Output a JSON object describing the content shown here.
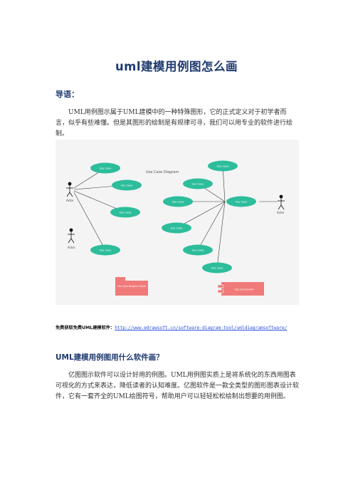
{
  "document": {
    "title": "uml建模用例图怎么画",
    "lead_label": "导语：",
    "intro_paragraph": "UML用例图示属于UML建模中的一种特殊图形，它的正式定义对于初学者而言，似乎有些难懂。但是其图形的绘制是有规律可寻，我们可以用专业的软件进行绘制。",
    "download_label": "免费获取免费UML建模软件：",
    "download_url": "http://www.edrawsoft.cn/software-diagram-tool/umldiagramsoftware/",
    "section_heading": "UML建模用例图用什么软件画？",
    "section_paragraph": "亿图图示软件可以设计好用的例图。UML用例图实质上是将系统化的东西用图表可视化的方式来表达，降低读者的认知难度。亿图软件是一款全类型的图形图表设计软件，它有一套齐全的UML绘图符号，帮助用户可以轻轻松松绘制出想要的用例图。"
  },
  "diagram": {
    "title": "Use Case Diagram",
    "use_case_label": "Use Case",
    "actor_label": "Actor",
    "package_label": "Use Case Diagram Sheet",
    "component_label": "Use Component",
    "colors": {
      "use_case_fill": "#2dbd9b",
      "package_fill": "#f07a7a",
      "line": "#3a3a3a",
      "background": "#f4f4f5"
    }
  }
}
